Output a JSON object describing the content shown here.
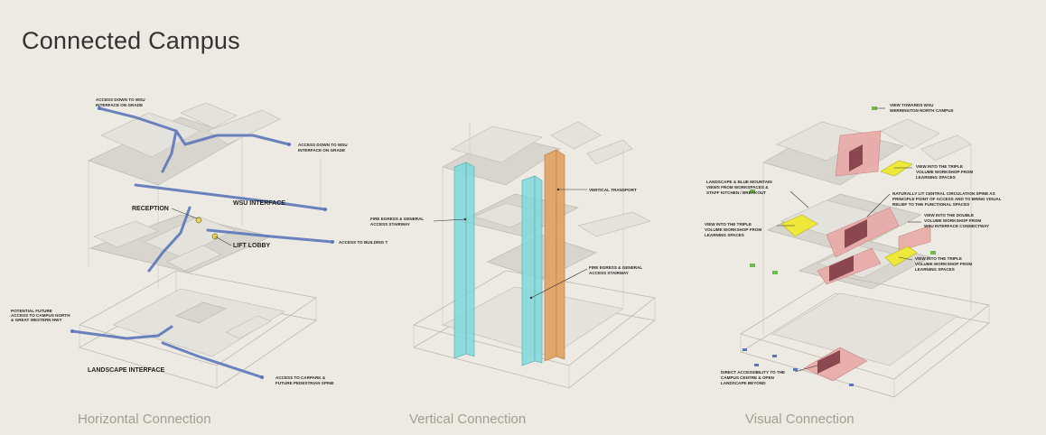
{
  "page": {
    "title": "Connected Campus"
  },
  "panels": {
    "horizontal": {
      "caption": "Horizontal Connection",
      "labels": {
        "wsu_down_top": "ACCESS DOWN TO WSU",
        "wsu_down_top_2": "INTERFACE ON GRADE",
        "wsu_down_right": "ACCESS DOWN TO WSU",
        "wsu_down_right_2": "INTERFACE ON GRADE",
        "wsu_interface": "WSU INTERFACE",
        "reception": "RECEPTION",
        "lift_lobby": "LIFT LOBBY",
        "building_t": "ACCESS TO BUILDING T",
        "future_access_1": "POTENTIAL FUTURE",
        "future_access_2": "ACCESS TO CAMPUS NORTH",
        "future_access_3": "& GREAT WESTERN HWY",
        "landscape_interface": "LANDSCAPE INTERFACE",
        "carpark_1": "ACCESS TO CARPARK &",
        "carpark_2": "FUTURE PEDESTRIAN SPINE"
      }
    },
    "vertical": {
      "caption": "Vertical Connection",
      "labels": {
        "vertical_transport": "VERTICAL TRANSPORT",
        "fire_egress_left_1": "FIRE EGRESS & GENERAL",
        "fire_egress_left_2": "ACCESS STAIRWAY",
        "fire_egress_right_1": "FIRE EGRESS & GENERAL",
        "fire_egress_right_2": "ACCESS STAIRWAY"
      }
    },
    "visual": {
      "caption": "Visual Connection",
      "labels": {
        "view_north_1": "VIEW TOWARDS WSU",
        "view_north_2": "WERRINGTON NORTH CAMPUS",
        "triple_top_1": "VIEW INTO THE TRIPLE",
        "triple_top_2": "VOLUME WORKSHOP FROM",
        "triple_top_3": "LEARNING SPACES",
        "landscape_1": "LANDSCAPE & BLUE MOUNTAIN",
        "landscape_2": "VIEWS FROM WORKSPACES &",
        "landscape_3": "STAFF KITCHEN / BREAKOUT",
        "spine_1": "NATURALLY LIT CENTRAL CIRCULATION SPINE AS",
        "spine_2": "PRINCIPLE POINT OF ACCESS AND TO BRING VISUAL",
        "spine_3": "RELIEF TO THE FUNCTIONAL SPACES",
        "triple_left_1": "VIEW INTO THE TRIPLE",
        "triple_left_2": "VOLUME WORKSHOP FROM",
        "triple_left_3": "LEARNING SPACES",
        "double_1": "VIEW INTO THE DOUBLE",
        "double_2": "VOLUME WORKSHOP FROM",
        "double_3": "WSU INTERFACE CONNECTWAY",
        "triple_right_1": "VIEW INTO THE TRIPLE",
        "triple_right_2": "VOLUME WORKSHOP FROM",
        "triple_right_3": "LEARNING SPACES",
        "direct_1": "DIRECT ACCESSIBILITY TO THE",
        "direct_2": "CAMPUS CENTRE & OPEN",
        "direct_3": "LANDSCAPE BEYOND"
      }
    }
  },
  "colors": {
    "background": "#ECEAE3",
    "circulation_blue": "#5B76B8",
    "lift_cyan": "#7FD9DC",
    "stair_orange": "#E2A15F",
    "view_yellow": "#EDE83A",
    "spine_pink": "#E8A9A6",
    "stair_maroon": "#7A3640",
    "tree_green": "#6DBB4F"
  }
}
